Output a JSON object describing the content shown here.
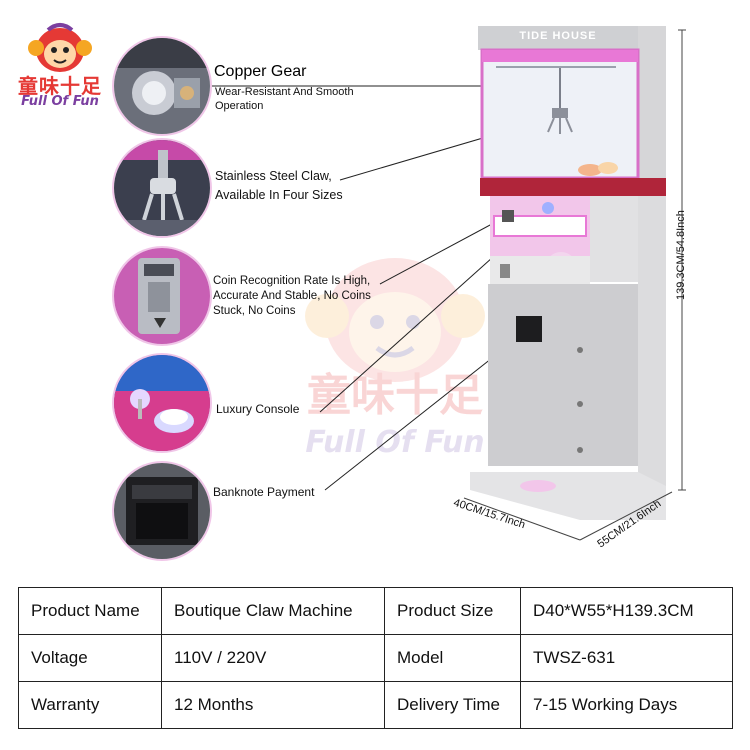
{
  "logo": {
    "cn": "童味十足",
    "en": "Full Of Fun"
  },
  "features": [
    {
      "title": "Copper Gear",
      "subtitle": "Wear-Resistant And Smooth Operation",
      "icon": "copper-gear-photo"
    },
    {
      "text": "Stainless Steel Claw, Available In Four Sizes",
      "icon": "steel-claw-photo"
    },
    {
      "text": "Coin Recognition Rate Is High, Accurate And Stable, No Coins Stuck, No Coins",
      "icon": "coin-acceptor-photo"
    },
    {
      "text": "Luxury Console",
      "icon": "console-photo"
    },
    {
      "text": "Banknote Payment",
      "icon": "banknote-acceptor-photo"
    }
  ],
  "machine": {
    "sign": "TIDE HOUSE"
  },
  "dimensions": {
    "height": "139.3CM/54.8Inch",
    "width": "40CM/15.7Inch",
    "depth": "55CM/21.6Inch"
  },
  "specs": {
    "rows": [
      {
        "label1": "Product Name",
        "value1": "Boutique Claw Machine",
        "label2": "Product Size",
        "value2": "D40*W55*H139.3CM"
      },
      {
        "label1": "Voltage",
        "value1": "110V / 220V",
        "label2": "Model",
        "value2": "TWSZ-631"
      },
      {
        "label1": "Warranty",
        "value1": "12 Months",
        "label2": "Delivery Time",
        "value2": "7-15 Working Days"
      }
    ]
  },
  "colors": {
    "accent_pink": "#e68ad6",
    "brand_red": "#e53935",
    "stripe_red": "#b0253a",
    "cabinet": "#d9d9d9"
  }
}
